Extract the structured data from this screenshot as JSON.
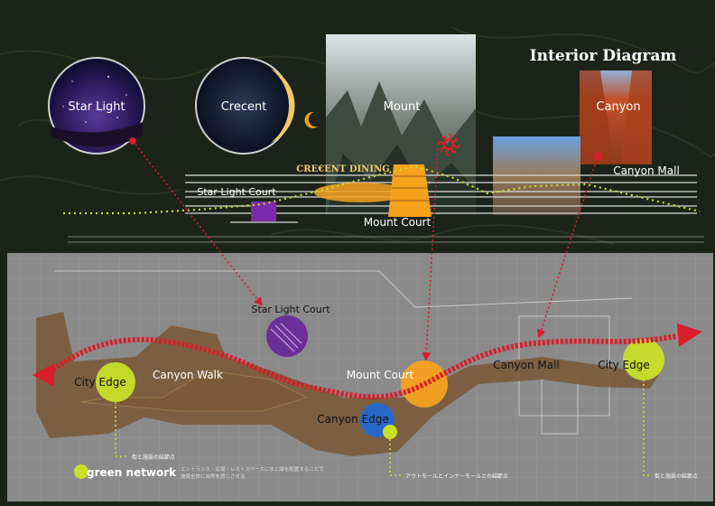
{
  "title": "Interior Diagram",
  "themes": {
    "star_light": "Star Light",
    "crescent": "Crecent",
    "mount": "Mount",
    "canyon": "Canyon"
  },
  "section_labels": {
    "crescent_dining": "CRE€ENT DINING",
    "star_light_court": "Star Light Court",
    "mount_court": "Mount Court",
    "canyon_mall": "Canyon Mall"
  },
  "plan_labels": {
    "star_light_court": "Star Light Court",
    "city_edge_left": "City Edge",
    "canyon_walk": "Canyon Walk",
    "mount_court": "Mount Court",
    "canyon_mall": "Canyon Mall",
    "city_edge_right": "City Edge",
    "canyon_edge": "Canyon Edge"
  },
  "callouts": {
    "left_node": "街と施設の結節点",
    "middle_node": "アウトモールとインナーモールとの結節点",
    "right_node": "街と施設の結節点"
  },
  "legend": {
    "label": "green network",
    "description_line1": "エントランス・広場・レストスペースに水と緑を配置することで",
    "description_line2": "施設全体に自然を感じさせる"
  },
  "colors": {
    "background": "#1c2419",
    "plan_panel": "#8a8a8a",
    "mall_band": "#7a5a3a",
    "route": "#d81e2a",
    "green": "#c8e02a",
    "orange": "#f5a21d",
    "purple": "#6a2a9a",
    "blue": "#1e6ad8"
  }
}
